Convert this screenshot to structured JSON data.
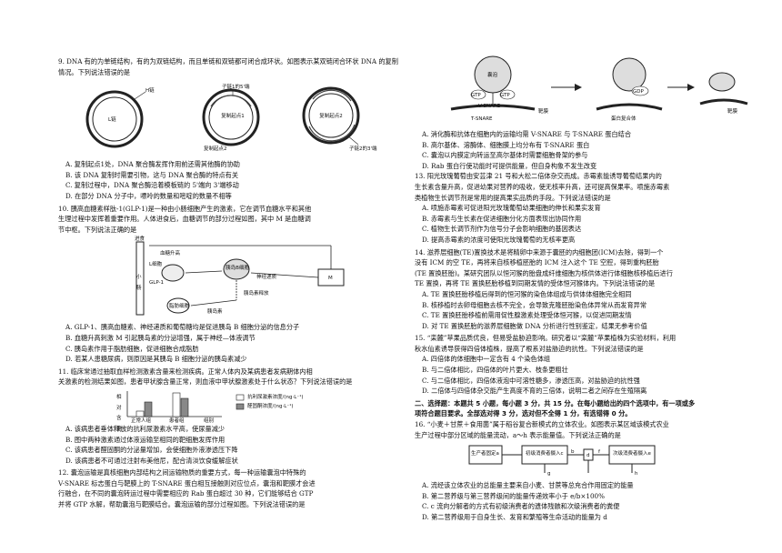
{
  "q9": {
    "stem": "9. DNA 有的为单链结构，有的为双链结构，而且单链和双链都可闭合成环状。如图表示某双链闭合环状 DNA 的复制情况。下列说法错误的是",
    "fig": {
      "h_chain": "H链",
      "l_chain": "L链",
      "sub1": "子链1的5'端",
      "origin1": "复制起点1",
      "origin2a": "复制起点2",
      "origin2b": "复制起点2",
      "sub2": "子链2的3'端"
    },
    "options": [
      "A. 复制起点1处，DNA 聚合酶发挥作用前还需其他酶的协助",
      "B. 该 DNA 复制时需要引物，这与 DNA 聚合酶的特点有关",
      "C. 复制过程中，DNA 聚合酶沿着模板链的 5'端向 3'端移动",
      "D. 在部分 DNA 分子中，嘌呤的数量和嘧啶的数量不相等"
    ]
  },
  "q10": {
    "stem1": "10. 胰高血糖素样肽-1(GLP-1)是一种由小肠细胞产生的激素，它在调节血糖水平和其他",
    "stem2": "生理过程中发挥着重要作用。人体进食后，血糖调节的部分过程如图，其中 M 是血糖调",
    "stem3": "节中枢。下列说法正确的是",
    "fig": {
      "eat": "进食",
      "glucose_up": "血糖升高",
      "intestine": "小肠",
      "l_cell": "L细胞",
      "glp1": "GLP-1",
      "beta": "胰岛B细胞",
      "nerve": "神经递质",
      "m": "M",
      "insulin_release": "胰岛素释放",
      "fat": "脂肪细胞",
      "insulin": "胰岛素"
    },
    "options": [
      "A. GLP-1、胰高血糖素、神经递质和葡萄糖均是促进胰岛 B 细胞分泌的信息分子",
      "B. 血糖升高刺激 M 引起胰岛素的分泌增强，属于神经—体液调节",
      "C. 胰岛素作用于脂肪细胞，促进细胞合成脂肪",
      "D. 若某人患糖尿病，则原因是其胰岛 B 细胞分泌的胰岛素减少"
    ]
  },
  "q11": {
    "stem1": "11. 临床常通过抽取血样检测激素含量来检测疾病。正常人体内及某病患者发病期体内相",
    "stem2": "关激素的检测结果如图，患者甲状腺含量正常，则血液中甲状腺激素处于什么状态？下列说法错误的是",
    "fig": {
      "ylabel": "相对含量",
      "legend1": "抗利尿激素浓度/(ng·L⁻¹)",
      "legend2": "醛固酮浓度/(ng·L⁻¹)",
      "cat1": "正常人组",
      "cat2": "患者组",
      "cat3": "组别"
    },
    "options": [
      "A. 该病患者垂体释放的抗利尿激素水平高，使尿量减少",
      "B. 图中两种激素通过体液运输至相同的靶细胞发挥作用",
      "C. 该病患者醛固酮的分泌量增加，会使细胞外液渗透压下降",
      "D. 该病患者不可通过注射布美他尼，配合清淡饮食缓解症状"
    ]
  },
  "q12": {
    "stem1": "12. 囊泡运输是真核细胞内部结构之间运输物质的重要方式，每一种运输囊泡中特殊的",
    "stem2": "V-SNARE 标志蛋白与靶膜上的 T-SNARE 蛋白相互接触则对应位点，囊泡和靶膜才会进",
    "stem3": "行融合，在不同的囊泡转运过程中需要相应的 Rab 蛋白超过 30 种，它们能够结合 GTP",
    "stem4": "并将 GTP 水解，帮助囊泡与靶膜结合。囊泡运输的部分过程如图。下列说法错误的是",
    "fig": {
      "vesicle": "囊泡",
      "gtp1": "GTP",
      "gtp2": "GTP",
      "gdp": "GDP",
      "v_snare": "V-SNARE",
      "t_snare": "T-SNARE",
      "target": "靶膜",
      "complex": "蛋白复合体",
      "target2": "靶膜"
    },
    "options": [
      "A. 消化酶和抗体在细胞内的运输均需 V-SNARE 与 T-SNARE 蛋白结合",
      "B. 高尔基体、溶酶体、细胞膜上均分布有 T-SNARE 蛋白",
      "C. 囊泡以内膜定向转运至高尔基体时需要细胞骨架的参与",
      "D. Rab 蛋白行使功能时可提供能量，但自身构象不发生改变"
    ]
  },
  "q13": {
    "stem1": "13. 阳光玫瑰葡萄由安芸津 21 号和大松二倍体杂交而成。赤霉素能诱导葡萄结果内的",
    "stem2": "生长素含量升高，促进幼果对营养的吸收，使无核率升高，还可提高保果率。喷施赤霉素",
    "stem3": "类植物生长调节剂是常用的提高果实品质的手段。下列说法错误的是",
    "options": [
      "A. 喷施赤霉素可促进阳光玫瑰葡萄幼果细胞的伸长和果实发育",
      "B. 赤霉素与生长素在促进细胞分化方面表现出协同作用",
      "C. 植物生长调节剂作为信号分子会影响细胞的基因表达",
      "D. 提高赤霉素的浓度可使阳光玫瑰葡萄的无核率更高"
    ]
  },
  "q14": {
    "stem1": "14. 滋养层细胞(TE)置换技术是将精卵中来源于囊胚的内细胞团(ICM)去除，得到一个",
    "stem2": "没有 ICM 的空 TE，再将来自核移植胚胎的 ICM 注入这个 TE 空腔，得到重构胚胎",
    "stem3": "(TE 置换胚胎)。某研究团队以恒河猴的胎盘成纤维细胞为核供体进行体细胞核移植后进行",
    "stem4": "TE 置换，再将 TE 置换胚胎移植到同期发情的受体恒河猴体内。下列说法错误的是",
    "options": [
      "A. TE 置换胚胎移植后得到的恒河猴的染色体组成与供体体细胞完全相同",
      "B. 核移植时去卵母细胞去核不完全，会导致克隆胚胎染色体异常从而发育异常",
      "C. TE 置换胚胎移植前需用促性腺激素处理受体恒河猴，以促进同期发情",
      "D. 对 TE 置换胚胎的滋养层细胞做 DNA 分析进行性别鉴定，结果无参考价值"
    ]
  },
  "q15": {
    "stem1": "15. “栾麓”苹果品质优良，但易受盐胁迫影响。研究者以“栾麓”苹果植株为实验材料，利用",
    "stem2": "秋水仙素诱导获得四倍体植株，提高了根系对盐胁迫的抗性。下列说法错误的是",
    "options": [
      "A. 四倍体的体细胞中一定含有 4 个染色体组",
      "B. 与二倍体相比，四倍体的叶片更大、枝条更粗壮",
      "C. 与二倍体相比，四倍体液泡中可溶性糖多，渗透压高，对盐胁迫的抗性强",
      "D. 二倍体与四倍体杂交能产生高度不育的三倍体，说明二者之间存在生殖隔离"
    ]
  },
  "sec2": {
    "line1": "二、选择题：本题共 5 小题，每小题 3 分，共 15 分。在每小题给出的四个选项中，有一项或多",
    "line2": "项符合题目要求。全部选对得 3 分，选对但不全得 1 分，有选错得 0 分。"
  },
  "q16": {
    "stem1": "16. “小麦＋甘蔗＋食用菌”属于稻谷复合新模式的立体农业。如图表示某区域该模式农业",
    "stem2": "生产过程中部分区域的能量流动，a～h 表示能量值。下列说法正确的是",
    "fig": {
      "producer": "生产者固定a",
      "primary": "初级消费者摄入c",
      "secondary": "次级消费者摄入e",
      "b": "b",
      "d": "d",
      "f": "f",
      "g": "g",
      "h": "h"
    },
    "options": [
      "A. 流经该立体农业的总能量主要来自小麦、甘蔗等总充合作用固定的能量",
      "B. 第二营养级与第三营养级间的能量传递效率小于 e/b×100%",
      "C. c 流向分解者的方式有初级消费者的遗体残骸和次级消费者的粪便",
      "D. 第二营养级用于自身生长、发育和繁殖等生命活动的能量为 d"
    ]
  }
}
